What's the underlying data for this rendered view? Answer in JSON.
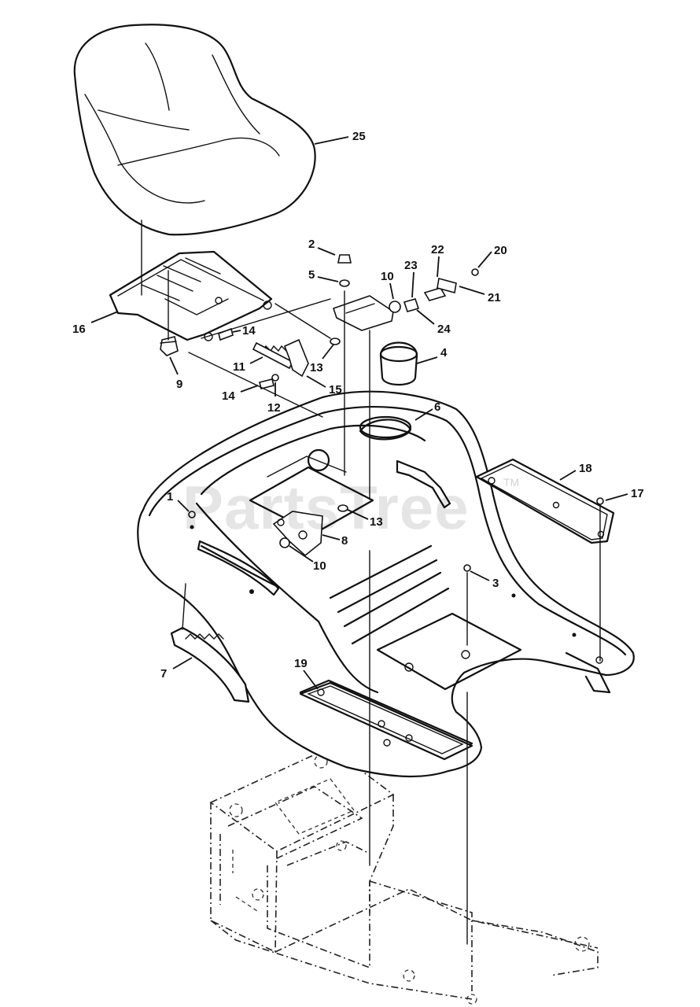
{
  "watermark": {
    "text": "PartsTree",
    "trademark": "TM"
  },
  "callouts": [
    {
      "id": "c25",
      "label": "25"
    },
    {
      "id": "c2",
      "label": "2"
    },
    {
      "id": "c5",
      "label": "5"
    },
    {
      "id": "c10a",
      "label": "10"
    },
    {
      "id": "c23",
      "label": "23"
    },
    {
      "id": "c22",
      "label": "22"
    },
    {
      "id": "c20",
      "label": "20"
    },
    {
      "id": "c21",
      "label": "21"
    },
    {
      "id": "c24",
      "label": "24"
    },
    {
      "id": "c16",
      "label": "16"
    },
    {
      "id": "c14a",
      "label": "14"
    },
    {
      "id": "c11",
      "label": "11"
    },
    {
      "id": "c13a",
      "label": "13"
    },
    {
      "id": "c4",
      "label": "4"
    },
    {
      "id": "c9",
      "label": "9"
    },
    {
      "id": "c15",
      "label": "15"
    },
    {
      "id": "c14b",
      "label": "14"
    },
    {
      "id": "c12",
      "label": "12"
    },
    {
      "id": "c6",
      "label": "6"
    },
    {
      "id": "c18",
      "label": "18"
    },
    {
      "id": "c17",
      "label": "17"
    },
    {
      "id": "c1",
      "label": "1"
    },
    {
      "id": "c13b",
      "label": "13"
    },
    {
      "id": "c8",
      "label": "8"
    },
    {
      "id": "c10b",
      "label": "10"
    },
    {
      "id": "c3",
      "label": "3"
    },
    {
      "id": "c7",
      "label": "7"
    },
    {
      "id": "c19",
      "label": "19"
    }
  ]
}
